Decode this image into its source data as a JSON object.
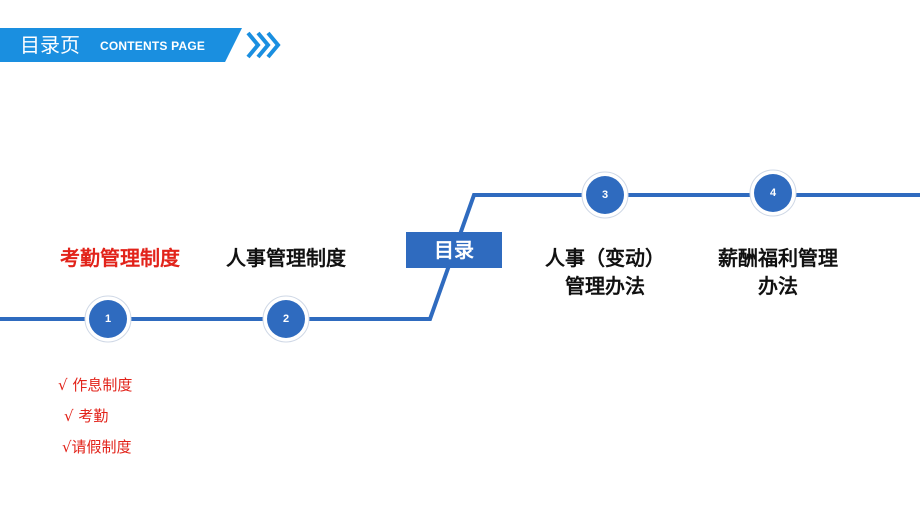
{
  "header": {
    "title": "目录页",
    "subtitle": "CONTENTS PAGE"
  },
  "center": {
    "label": "目录"
  },
  "sections": [
    {
      "number": "1",
      "label": "考勤管理制度",
      "active": true
    },
    {
      "number": "2",
      "label": "人事管理制度",
      "active": false
    },
    {
      "number": "3",
      "label_line1": "人事（变动）",
      "label_line2": "管理办法",
      "active": false
    },
    {
      "number": "4",
      "label_line1": "薪酬福利管理",
      "label_line2": "办法",
      "active": false
    }
  ],
  "sub_items": [
    "√ 作息制度",
    "√ 考勤",
    "√请假制度"
  ],
  "colors": {
    "header_blue": "#1a8fe0",
    "line_blue": "#2f6bbf",
    "node_blue": "#2f6bbf",
    "active_red": "#e2231a"
  },
  "icons": [
    "chevron-right-icon"
  ]
}
